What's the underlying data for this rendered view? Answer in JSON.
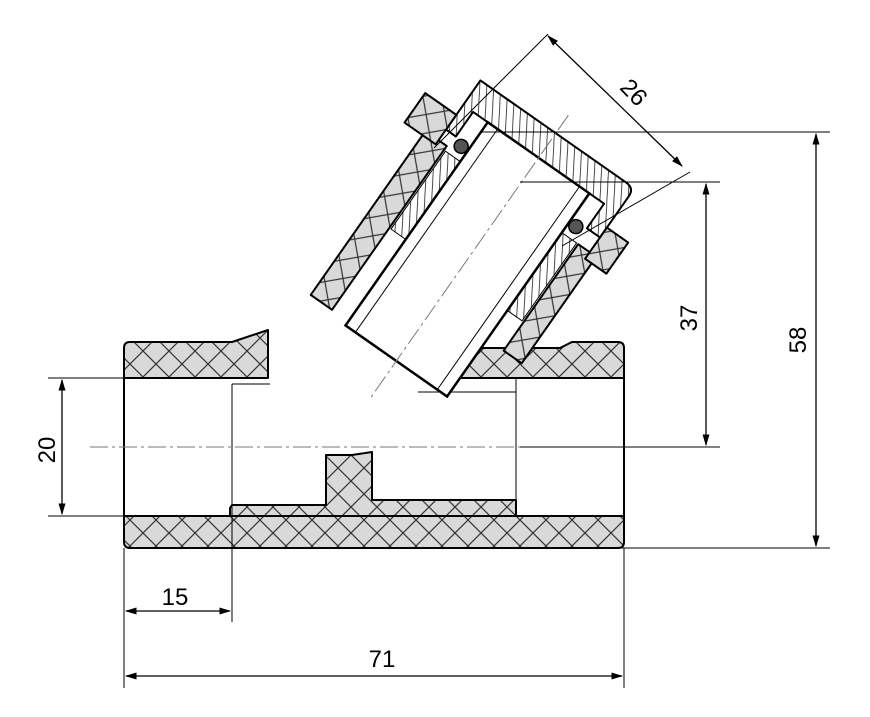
{
  "dimensions": {
    "inner_diameter": "20",
    "socket_depth": "15",
    "overall_length": "71",
    "cap_width": "26",
    "branch_height": "37",
    "overall_height": "58"
  }
}
